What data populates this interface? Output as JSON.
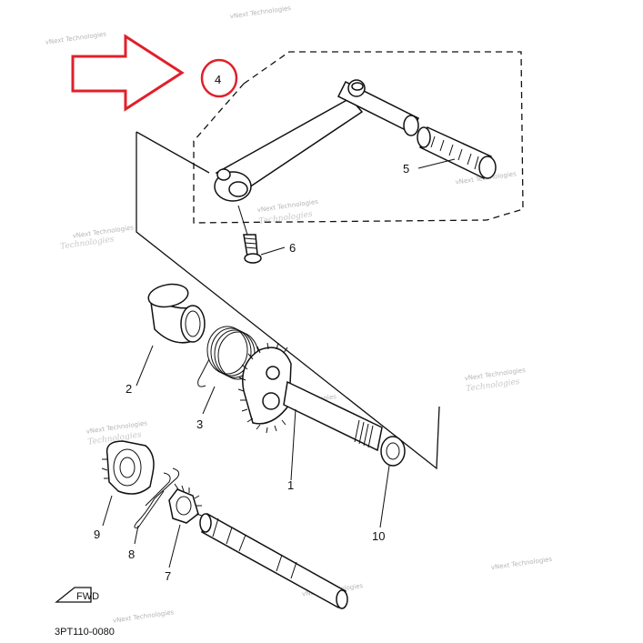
{
  "diagram": {
    "code": "3PT110-0080",
    "fwd_badge": "FWD",
    "watermark_line1": "vNext Technologies",
    "watermark_line2": "Technologies",
    "annotation_color": "#e0202a",
    "callouts": {
      "c1": "1",
      "c2": "2",
      "c3": "3",
      "c4": "4",
      "c5": "5",
      "c6": "6",
      "c7": "7",
      "c8": "8",
      "c9": "9",
      "c10": "10"
    }
  }
}
